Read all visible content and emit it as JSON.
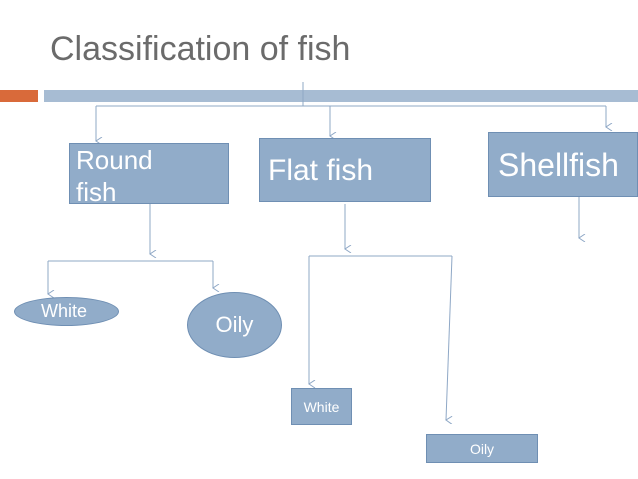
{
  "slide": {
    "title": "Classification of fish",
    "accent_color": "#d96a3a",
    "band_color": "#a7bcd3",
    "box_color": "#91acc9"
  },
  "diagram": {
    "categories": {
      "round": "Round fish",
      "flat": "Flat fish",
      "shell": "Shellfish"
    },
    "round_children": {
      "white": "White",
      "oily": "Oily"
    },
    "flat_children": {
      "white": "White",
      "oily": "Oily"
    }
  }
}
